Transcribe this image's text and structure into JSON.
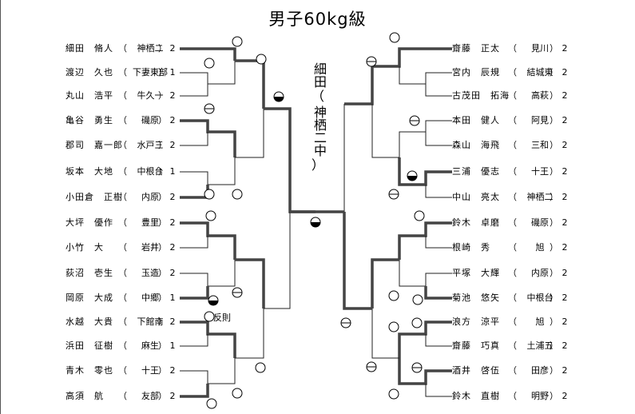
{
  "title": "男子60kg級",
  "champion": {
    "name": "細田",
    "team": "神栖二中"
  },
  "note": "反則",
  "left_players": [
    {
      "name": "細田　脩人",
      "team": "神栖二",
      "grade": "2"
    },
    {
      "name": "渡辺　久也",
      "team": "下妻東部",
      "grade": "1"
    },
    {
      "name": "丸山　浩平",
      "team": "牛久一",
      "grade": "2"
    },
    {
      "name": "亀谷　勇生",
      "team": "磯原",
      "grade": "2"
    },
    {
      "name": "郡司　嘉一郎",
      "team": "水戸三",
      "grade": "2"
    },
    {
      "name": "坂本　大地",
      "team": "中根台",
      "grade": "1"
    },
    {
      "name": "小田倉　正樹",
      "team": "内原",
      "grade": "2"
    },
    {
      "name": "大坪　優作",
      "team": "豊里",
      "grade": "2"
    },
    {
      "name": "小竹　大",
      "team": "岩井",
      "grade": "2"
    },
    {
      "name": "荻沼　壱生",
      "team": "玉造",
      "grade": "2"
    },
    {
      "name": "岡原　大成",
      "team": "中郷",
      "grade": "1"
    },
    {
      "name": "水越　大貴",
      "team": "下館南",
      "grade": "2"
    },
    {
      "name": "浜田　征樹",
      "team": "麻生",
      "grade": "1"
    },
    {
      "name": "青木　零也",
      "team": "十王",
      "grade": "2"
    },
    {
      "name": "高須　航",
      "team": "友部",
      "grade": "2"
    }
  ],
  "right_players": [
    {
      "name": "齋藤　正太",
      "team": "見川",
      "grade": "2"
    },
    {
      "name": "宮内　辰規",
      "team": "結城東",
      "grade": "2"
    },
    {
      "name": "古茂田　拓海",
      "team": "高萩",
      "grade": "2"
    },
    {
      "name": "本田　健人",
      "team": "阿見",
      "grade": "2"
    },
    {
      "name": "森山　海飛",
      "team": "三和",
      "grade": "2"
    },
    {
      "name": "三浦　優志",
      "team": "十王",
      "grade": "2"
    },
    {
      "name": "中山　亮太",
      "team": "神栖二",
      "grade": "2"
    },
    {
      "name": "鈴木　卓磨",
      "team": "磯原",
      "grade": "2"
    },
    {
      "name": "根崎　秀",
      "team": "旭",
      "grade": "2"
    },
    {
      "name": "平塚　大輝",
      "team": "内原",
      "grade": "2"
    },
    {
      "name": "菊池　悠矢",
      "team": "中根台",
      "grade": "2"
    },
    {
      "name": "浪方　涼平",
      "team": "旭",
      "grade": "2"
    },
    {
      "name": "齋藤　巧真",
      "team": "土浦五",
      "grade": "2"
    },
    {
      "name": "酒井　啓伍",
      "team": "田彦",
      "grade": "2"
    },
    {
      "name": "鈴木　直樹",
      "team": "明野",
      "grade": "2"
    }
  ]
}
